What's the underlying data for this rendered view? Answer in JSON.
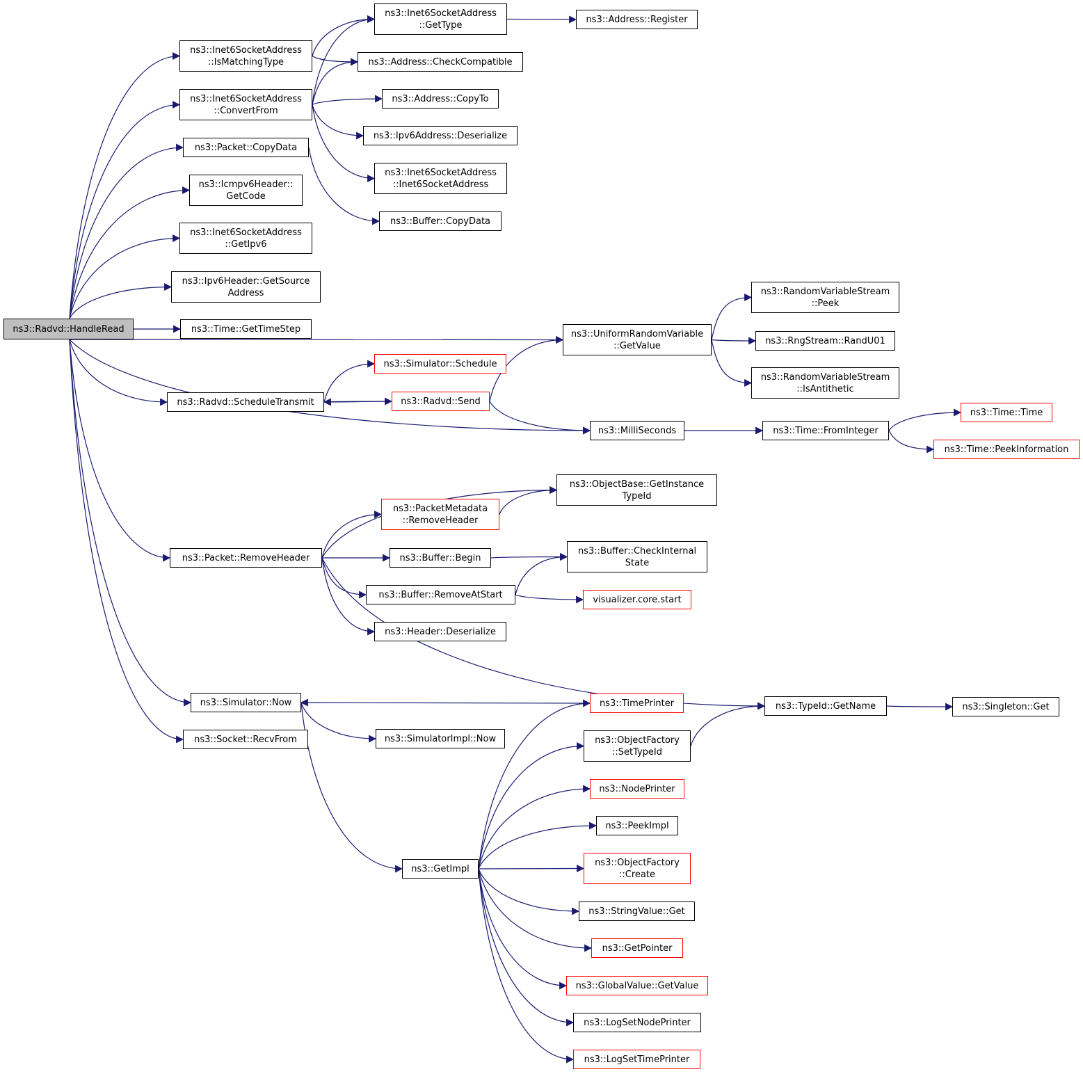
{
  "colors": {
    "edge": "#191970",
    "node_border": "#000000",
    "truncated_border": "#ff0000",
    "root_fill": "#bfbfbf",
    "background": "#ffffff"
  },
  "nodes": {
    "handleread": {
      "lines": [
        "ns3::Radvd::HandleRead"
      ],
      "style": "root"
    },
    "ismatchingtype": {
      "lines": [
        "ns3::Inet6SocketAddress",
        "::IsMatchingType"
      ],
      "style": "normal"
    },
    "convertfrom": {
      "lines": [
        "ns3::Inet6SocketAddress",
        "::ConvertFrom"
      ],
      "style": "normal"
    },
    "packet_copydata": {
      "lines": [
        "ns3::Packet::CopyData"
      ],
      "style": "normal"
    },
    "icmpv6_getcode": {
      "lines": [
        "ns3::Icmpv6Header::",
        "GetCode"
      ],
      "style": "normal"
    },
    "getipv6": {
      "lines": [
        "ns3::Inet6SocketAddress",
        "::GetIpv6"
      ],
      "style": "normal"
    },
    "getsourceaddress": {
      "lines": [
        "ns3::Ipv6Header::GetSource",
        "Address"
      ],
      "style": "normal"
    },
    "gettimestep": {
      "lines": [
        "ns3::Time::GetTimeStep"
      ],
      "style": "normal"
    },
    "scheduletransmit": {
      "lines": [
        "ns3::Radvd::ScheduleTransmit"
      ],
      "style": "normal"
    },
    "removeheader": {
      "lines": [
        "ns3::Packet::RemoveHeader"
      ],
      "style": "normal"
    },
    "simulator_now": {
      "lines": [
        "ns3::Simulator::Now"
      ],
      "style": "normal"
    },
    "recvfrom": {
      "lines": [
        "ns3::Socket::RecvFrom"
      ],
      "style": "normal"
    },
    "inet6_gettype": {
      "lines": [
        "ns3::Inet6SocketAddress",
        "::GetType"
      ],
      "style": "normal"
    },
    "checkcompatible": {
      "lines": [
        "ns3::Address::CheckCompatible"
      ],
      "style": "normal"
    },
    "address_copyto": {
      "lines": [
        "ns3::Address::CopyTo"
      ],
      "style": "normal"
    },
    "ipv6_deserialize": {
      "lines": [
        "ns3::Ipv6Address::Deserialize"
      ],
      "style": "normal"
    },
    "inet6_ctor": {
      "lines": [
        "ns3::Inet6SocketAddress",
        "::Inet6SocketAddress"
      ],
      "style": "normal"
    },
    "buffer_copydata": {
      "lines": [
        "ns3::Buffer::CopyData"
      ],
      "style": "normal"
    },
    "schedule": {
      "lines": [
        "ns3::Simulator::Schedule"
      ],
      "style": "red"
    },
    "send": {
      "lines": [
        "ns3::Radvd::Send"
      ],
      "style": "red"
    },
    "pm_removeheader": {
      "lines": [
        "ns3::PacketMetadata",
        "::RemoveHeader"
      ],
      "style": "red"
    },
    "buffer_begin": {
      "lines": [
        "ns3::Buffer::Begin"
      ],
      "style": "normal"
    },
    "removeatstart": {
      "lines": [
        "ns3::Buffer::RemoveAtStart"
      ],
      "style": "normal"
    },
    "header_deserialize": {
      "lines": [
        "ns3::Header::Deserialize"
      ],
      "style": "normal"
    },
    "simimpl_now": {
      "lines": [
        "ns3::SimulatorImpl::Now"
      ],
      "style": "normal"
    },
    "getimpl": {
      "lines": [
        "ns3::GetImpl"
      ],
      "style": "normal"
    },
    "address_register": {
      "lines": [
        "ns3::Address::Register"
      ],
      "style": "normal"
    },
    "uniform_getvalue": {
      "lines": [
        "ns3::UniformRandomVariable",
        "::GetValue"
      ],
      "style": "normal"
    },
    "milliseconds": {
      "lines": [
        "ns3::MilliSeconds"
      ],
      "style": "normal"
    },
    "getinstancetypeid": {
      "lines": [
        "ns3::ObjectBase::GetInstance",
        "TypeId"
      ],
      "style": "normal"
    },
    "checkinternalstate": {
      "lines": [
        "ns3::Buffer::CheckInternal",
        "State"
      ],
      "style": "normal"
    },
    "viz_start": {
      "lines": [
        "visualizer.core.start"
      ],
      "style": "red"
    },
    "timeprinter": {
      "lines": [
        "ns3::TimePrinter"
      ],
      "style": "red"
    },
    "setttypeid": {
      "lines": [
        "ns3::ObjectFactory",
        "::SetTypeId"
      ],
      "style": "normal"
    },
    "nodeprinter": {
      "lines": [
        "ns3::NodePrinter"
      ],
      "style": "red"
    },
    "peekimpl": {
      "lines": [
        "ns3::PeekImpl"
      ],
      "style": "normal"
    },
    "of_create": {
      "lines": [
        "ns3::ObjectFactory",
        "::Create"
      ],
      "style": "red"
    },
    "stringvalue_get": {
      "lines": [
        "ns3::StringValue::Get"
      ],
      "style": "normal"
    },
    "getpointer": {
      "lines": [
        "ns3::GetPointer"
      ],
      "style": "red"
    },
    "globalvalue_getvalue": {
      "lines": [
        "ns3::GlobalValue::GetValue"
      ],
      "style": "red"
    },
    "logsetnodeprinter": {
      "lines": [
        "ns3::LogSetNodePrinter"
      ],
      "style": "normal"
    },
    "logsettimeprinter": {
      "lines": [
        "ns3::LogSetTimePrinter"
      ],
      "style": "red"
    },
    "rvs_peek": {
      "lines": [
        "ns3::RandomVariableStream",
        "::Peek"
      ],
      "style": "normal"
    },
    "randu01": {
      "lines": [
        "ns3::RngStream::RandU01"
      ],
      "style": "normal"
    },
    "isantithetic": {
      "lines": [
        "ns3::RandomVariableStream",
        "::IsAntithetic"
      ],
      "style": "normal"
    },
    "frominteger": {
      "lines": [
        "ns3::Time::FromInteger"
      ],
      "style": "normal"
    },
    "typeid_getname": {
      "lines": [
        "ns3::TypeId::GetName"
      ],
      "style": "normal"
    },
    "time_ctor": {
      "lines": [
        "ns3::Time::Time"
      ],
      "style": "red"
    },
    "peekinformation": {
      "lines": [
        "ns3::Time::PeekInformation"
      ],
      "style": "red"
    },
    "singleton_get": {
      "lines": [
        "ns3::Singleton::Get"
      ],
      "style": "normal"
    }
  },
  "edges": [
    [
      "handleread",
      "ismatchingtype"
    ],
    [
      "handleread",
      "convertfrom"
    ],
    [
      "handleread",
      "packet_copydata"
    ],
    [
      "handleread",
      "icmpv6_getcode"
    ],
    [
      "handleread",
      "getipv6"
    ],
    [
      "handleread",
      "getsourceaddress"
    ],
    [
      "handleread",
      "gettimestep"
    ],
    [
      "handleread",
      "uniform_getvalue"
    ],
    [
      "handleread",
      "scheduletransmit"
    ],
    [
      "handleread",
      "milliseconds"
    ],
    [
      "handleread",
      "removeheader"
    ],
    [
      "handleread",
      "simulator_now"
    ],
    [
      "handleread",
      "recvfrom"
    ],
    [
      "ismatchingtype",
      "inet6_gettype"
    ],
    [
      "ismatchingtype",
      "checkcompatible"
    ],
    [
      "convertfrom",
      "inet6_gettype"
    ],
    [
      "convertfrom",
      "checkcompatible"
    ],
    [
      "convertfrom",
      "address_copyto"
    ],
    [
      "convertfrom",
      "ipv6_deserialize"
    ],
    [
      "convertfrom",
      "inet6_ctor"
    ],
    [
      "packet_copydata",
      "buffer_copydata"
    ],
    [
      "inet6_gettype",
      "address_register"
    ],
    [
      "scheduletransmit",
      "schedule"
    ],
    [
      "scheduletransmit",
      "send"
    ],
    [
      "send",
      "scheduletransmit"
    ],
    [
      "send",
      "uniform_getvalue"
    ],
    [
      "send",
      "milliseconds"
    ],
    [
      "uniform_getvalue",
      "rvs_peek"
    ],
    [
      "uniform_getvalue",
      "randu01"
    ],
    [
      "uniform_getvalue",
      "isantithetic"
    ],
    [
      "milliseconds",
      "frominteger"
    ],
    [
      "frominteger",
      "time_ctor"
    ],
    [
      "frominteger",
      "peekinformation"
    ],
    [
      "removeheader",
      "getinstancetypeid"
    ],
    [
      "removeheader",
      "pm_removeheader"
    ],
    [
      "removeheader",
      "buffer_begin"
    ],
    [
      "removeheader",
      "removeatstart"
    ],
    [
      "removeheader",
      "header_deserialize"
    ],
    [
      "removeheader",
      "typeid_getname"
    ],
    [
      "pm_removeheader",
      "getinstancetypeid"
    ],
    [
      "buffer_begin",
      "checkinternalstate"
    ],
    [
      "removeatstart",
      "checkinternalstate"
    ],
    [
      "removeatstart",
      "viz_start"
    ],
    [
      "simulator_now",
      "simimpl_now"
    ],
    [
      "simulator_now",
      "getimpl"
    ],
    [
      "timeprinter",
      "simulator_now"
    ],
    [
      "getimpl",
      "timeprinter"
    ],
    [
      "getimpl",
      "setttypeid"
    ],
    [
      "getimpl",
      "nodeprinter"
    ],
    [
      "getimpl",
      "peekimpl"
    ],
    [
      "getimpl",
      "of_create"
    ],
    [
      "getimpl",
      "stringvalue_get"
    ],
    [
      "getimpl",
      "getpointer"
    ],
    [
      "getimpl",
      "globalvalue_getvalue"
    ],
    [
      "getimpl",
      "logsetnodeprinter"
    ],
    [
      "getimpl",
      "logsettimeprinter"
    ],
    [
      "setttypeid",
      "typeid_getname"
    ],
    [
      "typeid_getname",
      "singleton_get"
    ]
  ]
}
